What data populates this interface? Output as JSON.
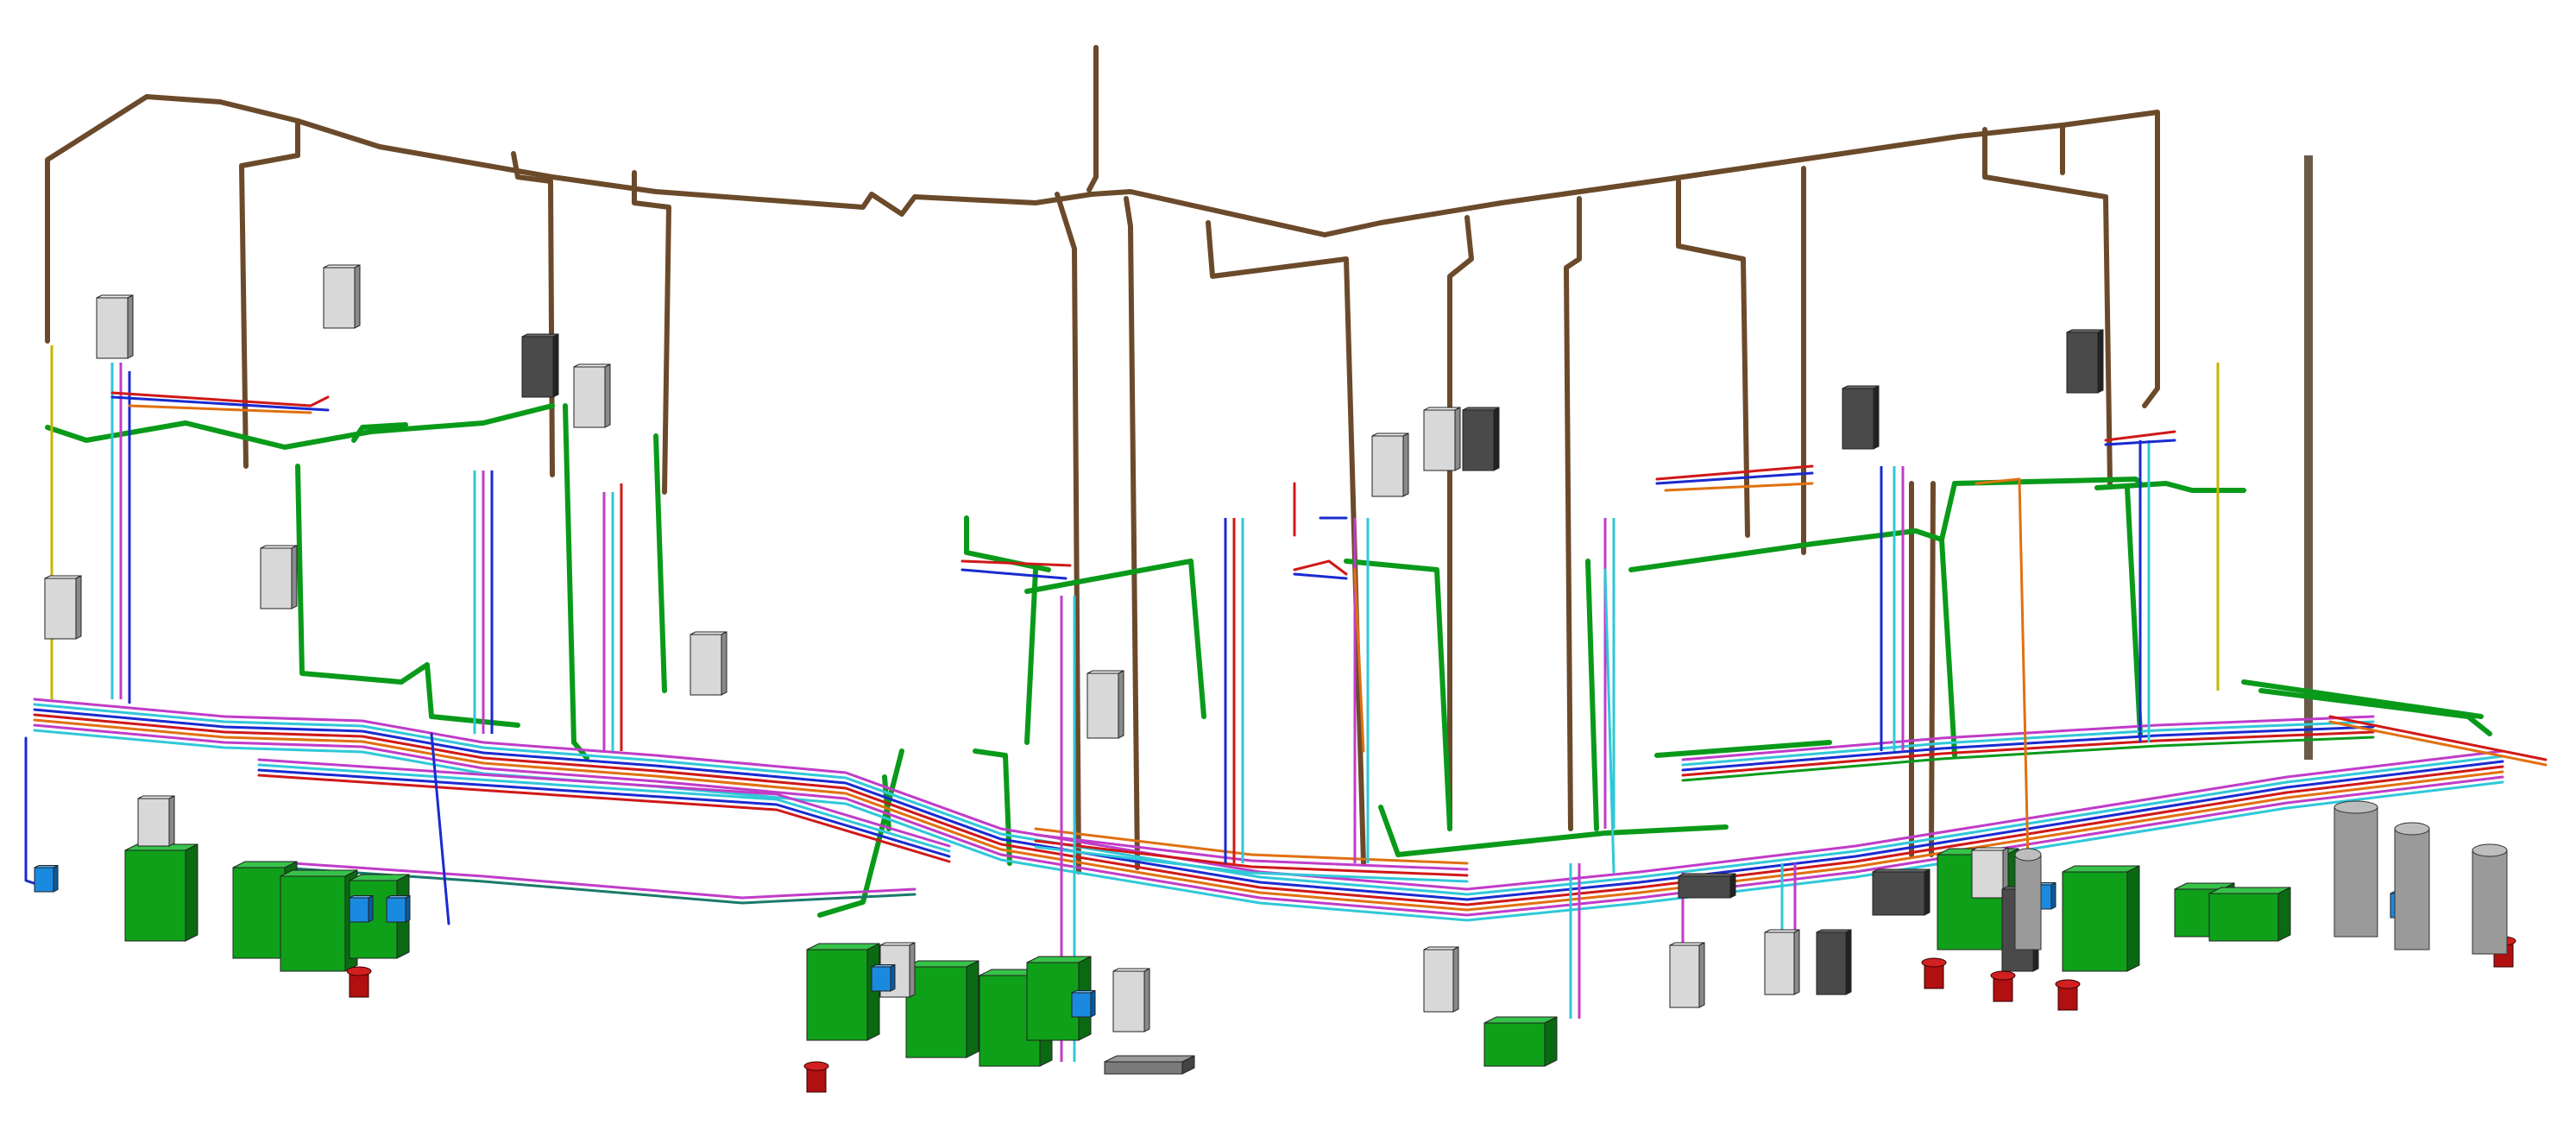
{
  "drawing": {
    "view": "isometric-3d",
    "text": []
  },
  "systems": [
    {
      "id": "brown",
      "color": "#6b4a2b"
    },
    {
      "id": "green",
      "color": "#0a9a1a"
    },
    {
      "id": "purple",
      "color": "#c03cc8"
    },
    {
      "id": "cyan",
      "color": "#2fc8d8"
    },
    {
      "id": "blue",
      "color": "#1a2ad0"
    },
    {
      "id": "red",
      "color": "#d01818"
    },
    {
      "id": "orange",
      "color": "#e07010"
    },
    {
      "id": "yellow",
      "color": "#c8b400"
    },
    {
      "id": "teal",
      "color": "#1a7a6a"
    }
  ],
  "equipment_colors": {
    "unit_green": "#0fa01a",
    "unit_dark": "#0a6a12",
    "panel_light": "#d8d8d8",
    "panel_dark": "#4a4a4a",
    "pump_red": "#b01010",
    "box_blue": "#1a8ae0",
    "tank_gray": "#9a9a9a"
  }
}
